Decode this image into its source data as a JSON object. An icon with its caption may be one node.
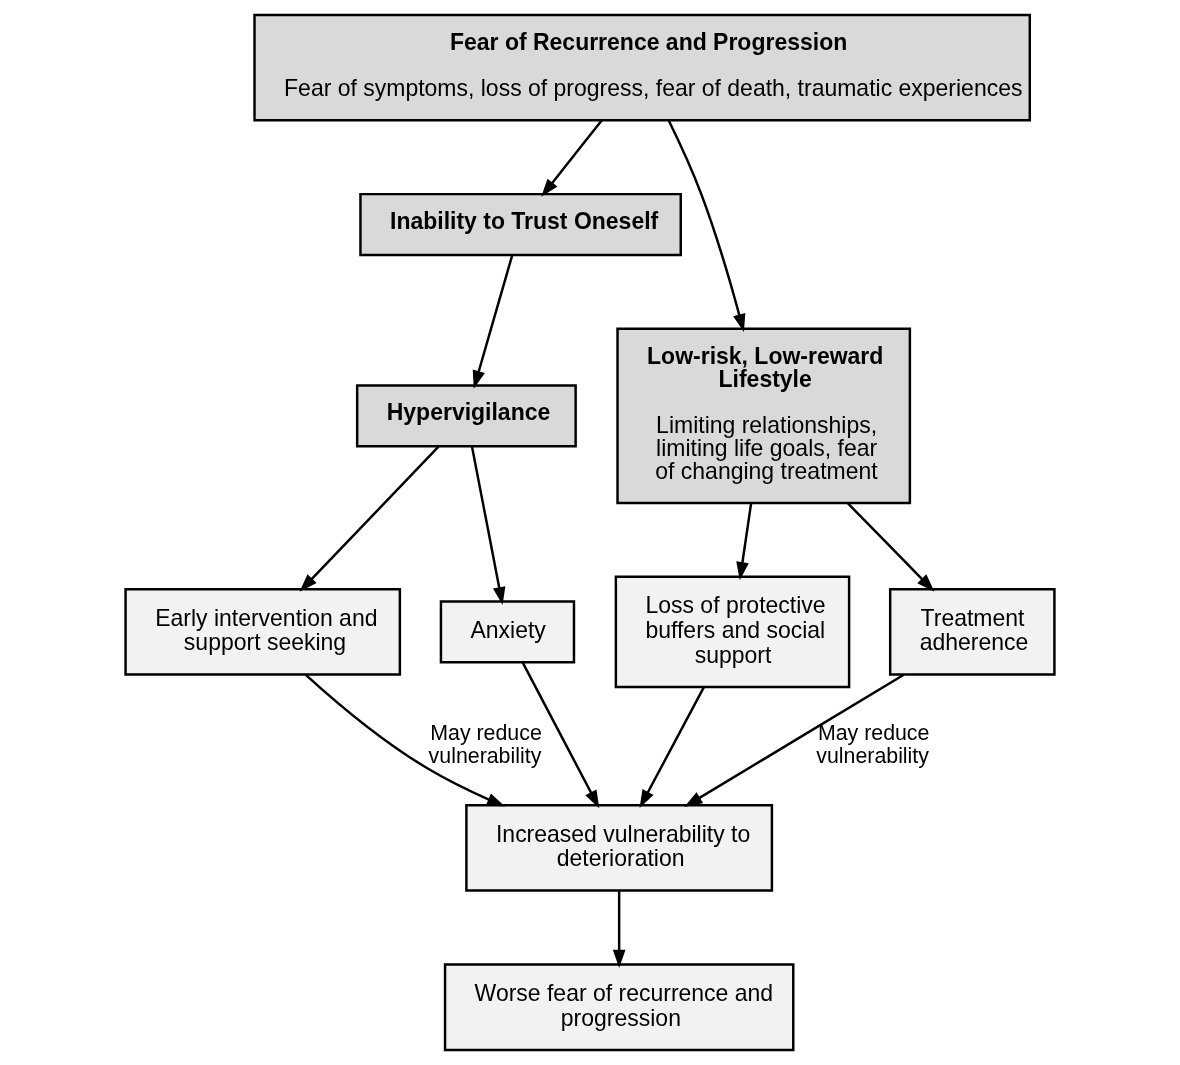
{
  "diagram": {
    "nodes": [
      {
        "text": [
          "Fear of Recurrence and Progression",
          "Fear of symptoms, loss of progress, fear of death, traumatic experiences"
        ]
      },
      {
        "text": [
          "Inability to Trust Oneself"
        ]
      },
      {
        "text": [
          "Hypervigilance"
        ]
      },
      {
        "text": [
          "Low-risk, Low-reward Lifestyle",
          "Limiting relationships, limiting life goals, fear of changing treatment"
        ]
      },
      {
        "text": [
          "Early intervention and support seeking"
        ]
      },
      {
        "text": [
          "Anxiety"
        ]
      },
      {
        "text": [
          "Loss of protective buffers and social support"
        ]
      },
      {
        "text": [
          "Treatment adherence"
        ]
      },
      {
        "text": [
          "Increased vulnerability to deterioration"
        ]
      },
      {
        "text": [
          "Worse fear of recurrence and progression"
        ]
      }
    ],
    "edges": [
      {
        "from": 0,
        "to": 1,
        "arrow": "to"
      },
      {
        "from": 0,
        "to": 3,
        "arrow": "to"
      },
      {
        "from": 1,
        "to": 2,
        "arrow": "to"
      },
      {
        "from": 2,
        "to": 4,
        "arrow": "to"
      },
      {
        "from": 2,
        "to": 5,
        "arrow": "to"
      },
      {
        "from": 3,
        "to": 6,
        "arrow": "to"
      },
      {
        "from": 3,
        "to": 7,
        "arrow": "to"
      },
      {
        "from": 4,
        "to": 8,
        "arrow": "to",
        "label": "May reduce vulnerability"
      },
      {
        "from": 5,
        "to": 8,
        "arrow": "to"
      },
      {
        "from": 6,
        "to": 8,
        "arrow": "to"
      },
      {
        "from": 7,
        "to": 8,
        "arrow": "to",
        "label": "May reduce vulnerability"
      },
      {
        "from": 8,
        "to": 9,
        "arrow": "to"
      }
    ]
  }
}
